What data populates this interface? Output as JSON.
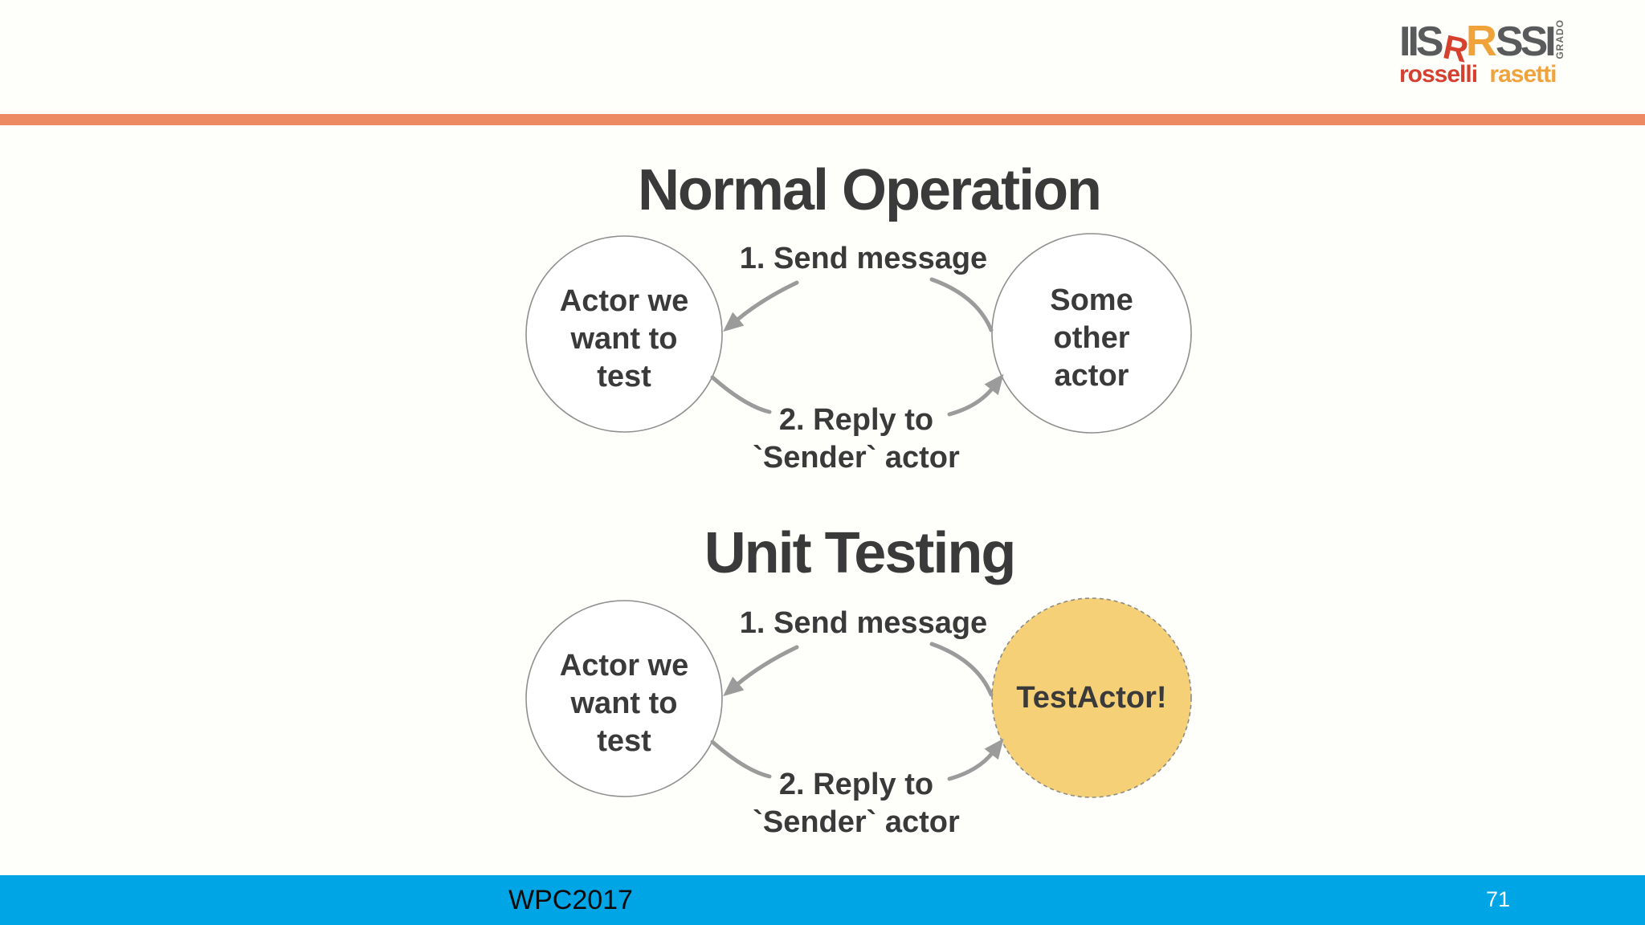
{
  "slide": {
    "logo": {
      "iis": "IIS",
      "r_red": "R",
      "r_orange": "R",
      "ssi": "SSI",
      "grado": "GRADO",
      "name_red": "rosselli",
      "name_orange": "rasetti"
    },
    "sections": [
      {
        "title": "Normal Operation",
        "left_actor": "Actor we\nwant to\ntest",
        "right_actor": "Some\nother\nactor",
        "arrow_send": "1. Send message",
        "arrow_reply": "2. Reply to\n`Sender` actor"
      },
      {
        "title": "Unit Testing",
        "left_actor": "Actor we\nwant to\ntest",
        "right_actor": "TestActor!",
        "arrow_send": "1. Send message",
        "arrow_reply": "2. Reply to\n`Sender` actor"
      }
    ],
    "footer": {
      "event": "WPC2017",
      "page_number": "71"
    },
    "colors": {
      "divider_orange": "#ED8A63",
      "footer_cyan": "#00A5E5",
      "testactor_fill": "#F5D077",
      "text_dark": "#3A3A3A",
      "arrow_gray": "#9B9B9B",
      "logo_red": "#D6402F",
      "logo_orange": "#F0A23B",
      "logo_gray": "#595A5C"
    }
  }
}
